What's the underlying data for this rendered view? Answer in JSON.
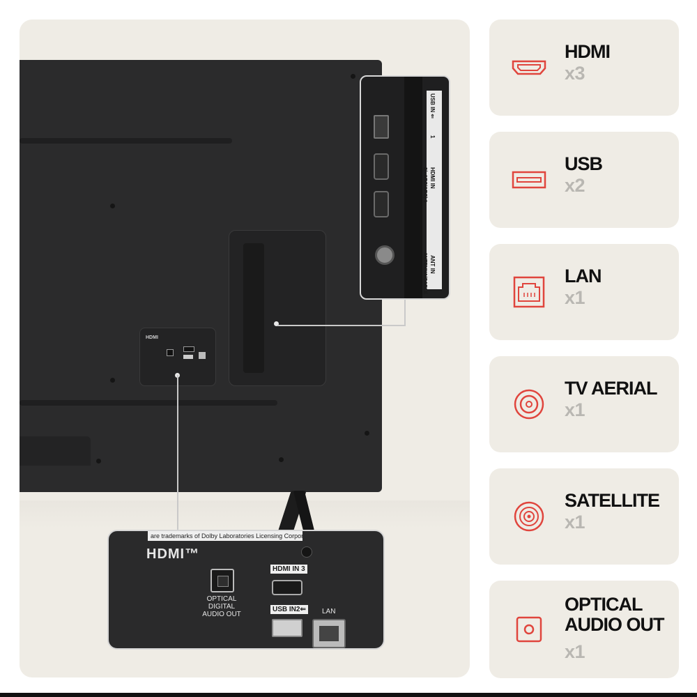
{
  "accent_color": "#e0453d",
  "back_panel": {
    "hdmi_logo": "HDMI™",
    "legal_text": "are trademarks of Dolby Laboratories Licensing Corporation.",
    "optical_label": "OPTICAL\nDIGITAL\nAUDIO OUT",
    "hdmi_in3_label": "HDMI IN 3",
    "usb_in2_label": "USB IN2⇐",
    "lan_label": "LAN"
  },
  "side_panel": {
    "usb_label": "USB IN ⇐",
    "usb_num": "1",
    "hdmi_label": "HDMI IN",
    "hdmi_nums": "2(eARC/ARC)   1",
    "ant_label": "ANT IN",
    "ant_sub": "ANTENNA/CABLE"
  },
  "features": [
    {
      "name": "HDMI",
      "count": "x3",
      "icon": "hdmi-icon"
    },
    {
      "name": "USB",
      "count": "x2",
      "icon": "usb-icon"
    },
    {
      "name": "LAN",
      "count": "x1",
      "icon": "lan-icon"
    },
    {
      "name": "TV AERIAL",
      "count": "x1",
      "icon": "aerial-icon"
    },
    {
      "name": "SATELLITE",
      "count": "x1",
      "icon": "satellite-icon"
    },
    {
      "name": "OPTICAL\nAUDIO OUT",
      "count": "x1",
      "icon": "optical-icon"
    }
  ]
}
